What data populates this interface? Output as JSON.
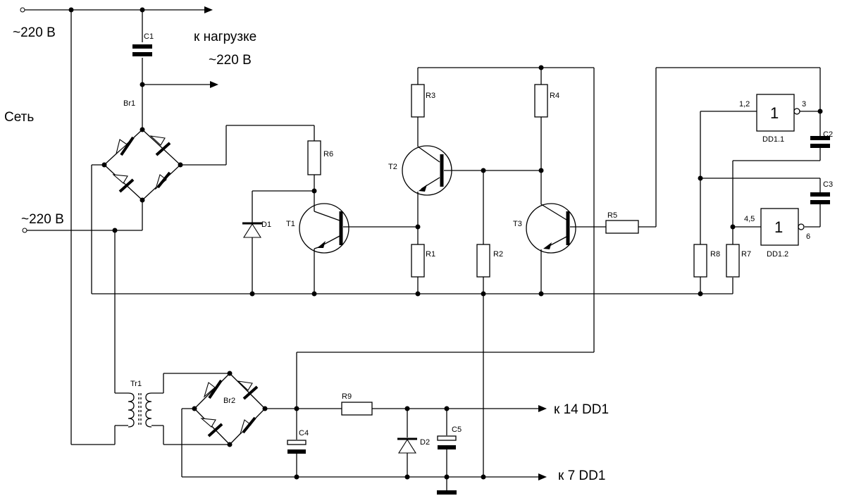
{
  "labels": {
    "mains_top": "~220 В",
    "mains_bottom": "~220 В",
    "network": "Сеть",
    "load_line1": "к нагрузке",
    "load_line2": "~220 В",
    "pin14": "к 14 DD1",
    "pin7": "к 7 DD1"
  },
  "components": {
    "C1": "C1",
    "C2": "C2",
    "C3": "C3",
    "C4": "C4",
    "C5": "C5",
    "Br1": "Br1",
    "Br2": "Br2",
    "Tr1": "Tr1",
    "R1": "R1",
    "R2": "R2",
    "R3": "R3",
    "R4": "R4",
    "R5": "R5",
    "R6": "R6",
    "R7": "R7",
    "R8": "R8",
    "R9": "R9",
    "T1": "T1",
    "T2": "T2",
    "T3": "T3",
    "D1": "D1",
    "D2": "D2",
    "DD1_1": "DD1.1",
    "DD1_2": "DD1.2"
  },
  "gates": {
    "DD1_1": {
      "symbol": "1",
      "in_pins": "1,2",
      "out_pin": "3"
    },
    "DD1_2": {
      "symbol": "1",
      "in_pins": "4,5",
      "out_pin": "6"
    }
  }
}
